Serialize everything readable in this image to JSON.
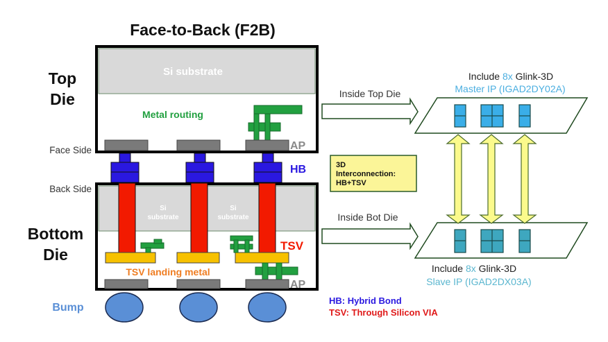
{
  "title": "Face-to-Back (F2B)",
  "left": {
    "top_die_label_1": "Top",
    "top_die_label_2": "Die",
    "bottom_die_label_1": "Bottom",
    "bottom_die_label_2": "Die",
    "face_side": "Face Side",
    "back_side": "Back Side",
    "bump": "Bump",
    "si_substrate": "Si substrate",
    "si_substrate_small_1": "Si",
    "si_substrate_small_2": "substrate",
    "metal_routing": "Metal routing",
    "ap_top": "AP",
    "ap_bottom": "AP",
    "hb": "HB",
    "tsv": "TSV",
    "tsv_landing_metal": "TSV landing metal"
  },
  "right": {
    "inside_top_die": "Inside Top Die",
    "inside_bot_die": "Inside Bot Die",
    "interconnect_1": "3D",
    "interconnect_2": "Interconnection:",
    "interconnect_3": "HB+TSV",
    "master_line1_a": "Include ",
    "master_line1_b": "8x",
    "master_line1_c": " Glink-3D",
    "master_line2": "Master IP (IGAD2DY02A)",
    "slave_line1_a": "Include ",
    "slave_line1_b": "8x",
    "slave_line1_c": " Glink-3D",
    "slave_line2": "Slave IP (IGAD2DX03A)"
  },
  "legend": {
    "hb": "HB: Hybrid Bond",
    "tsv": "TSV: Through Silicon VIA"
  },
  "colors": {
    "substrate": "#d9d9d9",
    "metal_routing": "#22a040",
    "hb": "#2a18e0",
    "tsv": "#f21a00",
    "landing": "#f7c100",
    "ap": "#7a7a7a",
    "bump": "#5a8fd6",
    "master_ip": "#3aaee8",
    "slave_ip": "#3ea7bf",
    "label_blue": "#4aaee0",
    "arrow_yellow": "#fbfa8c",
    "box_yellow": "#fbf598"
  }
}
